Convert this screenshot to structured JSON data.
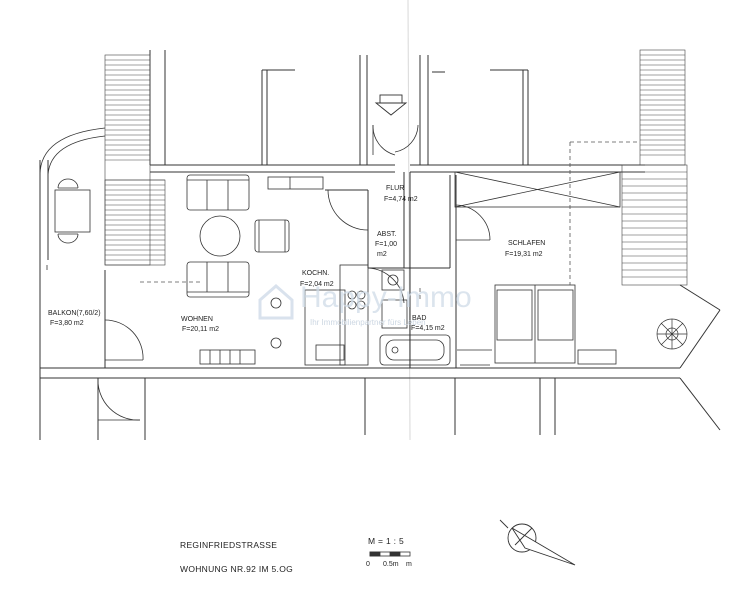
{
  "rooms": {
    "flur": {
      "name": "FLUR",
      "area": "F=4,74 m2"
    },
    "schlafen": {
      "name": "SCHLAFEN",
      "area": "F=19,31 m2"
    },
    "abst": {
      "name": "ABST.",
      "area_line1": "F=1,00",
      "area_line2": "m2"
    },
    "kochn": {
      "name": "KOCHN.",
      "area": "F=2,04 m2"
    },
    "wohnen": {
      "name": "WOHNEN",
      "area": "F=20,11 m2"
    },
    "balkon": {
      "name": "BALKON(7,60/2)",
      "area": "F=3,80 m2"
    },
    "bad": {
      "name": "BAD",
      "area": "F=4,15 m2"
    }
  },
  "watermark": {
    "brand": "Happy-Immo",
    "tagline": "Ihr Immobilienpartner fürs Leben"
  },
  "title_block": {
    "street": "REGINFRIEDSTRASSE",
    "unit": "WOHNUNG NR.92 IM 5.OG",
    "scale": "M = 1 : 5",
    "scalebar_0": "0",
    "scalebar_mid": "0.5m",
    "scalebar_end": "m"
  },
  "icons": {
    "north_arrow": "north-arrow-icon",
    "entry_arrow": "entry-arrow-icon",
    "plant": "plant-icon"
  },
  "colors": {
    "line": "#333333",
    "wall": "#555555",
    "watermark": "#cfdbe8"
  }
}
